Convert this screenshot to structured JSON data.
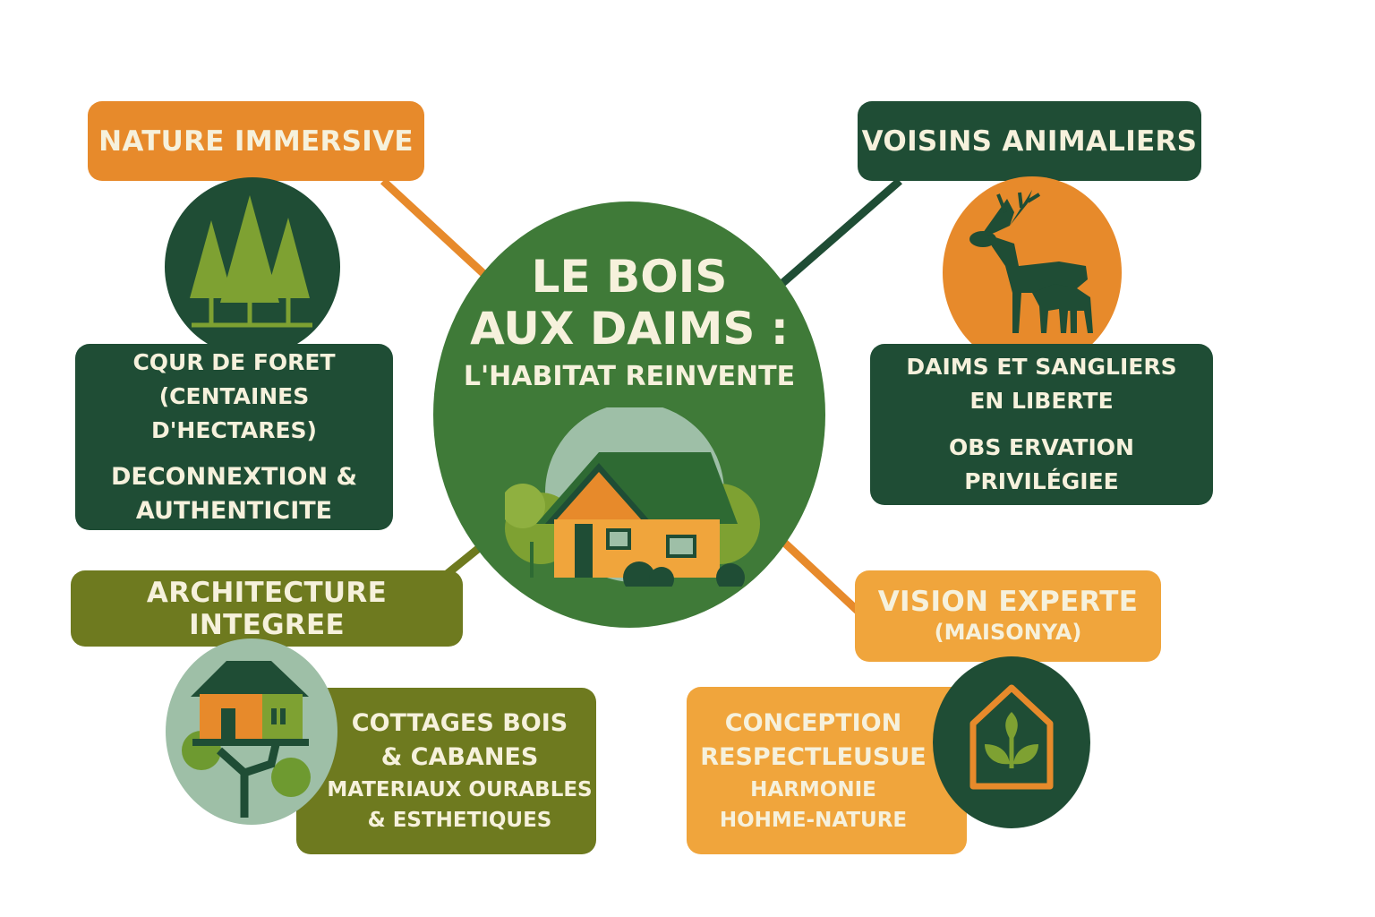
{
  "center": {
    "title_line1": "LE BOIS",
    "title_line2": "AUX DAIMS :",
    "subtitle": "L'HABITAT REINVENTE"
  },
  "nature": {
    "title": "NATURE IMMERSIVE",
    "lines": [
      "CQUR DE FORET",
      "(CENTAINES D'HECTARES)",
      "DECONNEXTION &",
      "AUTHENTICITE"
    ]
  },
  "voisins": {
    "title": "VOISINS ANIMALIERS",
    "lines": [
      "DAIMS ET SANGLIERS",
      "EN LIBERTE",
      "OBS ERVATION PRIVILÉGIEE"
    ]
  },
  "architecture": {
    "title": "ARCHITECTURE INTEGREE",
    "lines": [
      "COTTAGES BOIS",
      "& CABANES",
      "MATERIAUX OURABLES",
      "& ESTHETIQUES"
    ]
  },
  "vision": {
    "title": "VISION EXPERTE",
    "subtitle": "(MAISONYA)",
    "lines": [
      "CONCEPTION",
      "RESPECTLEUSUE",
      "HARMONIE",
      "HOHME-NATURE"
    ]
  },
  "colors": {
    "orange": "#e78a2b",
    "light_orange": "#f0a53c",
    "dark_green": "#1f4d35",
    "center_green": "#3f7a38",
    "olive": "#6e7a1f",
    "pale_teal": "#9ebfa7",
    "text_cream": "#f6f1dc"
  }
}
